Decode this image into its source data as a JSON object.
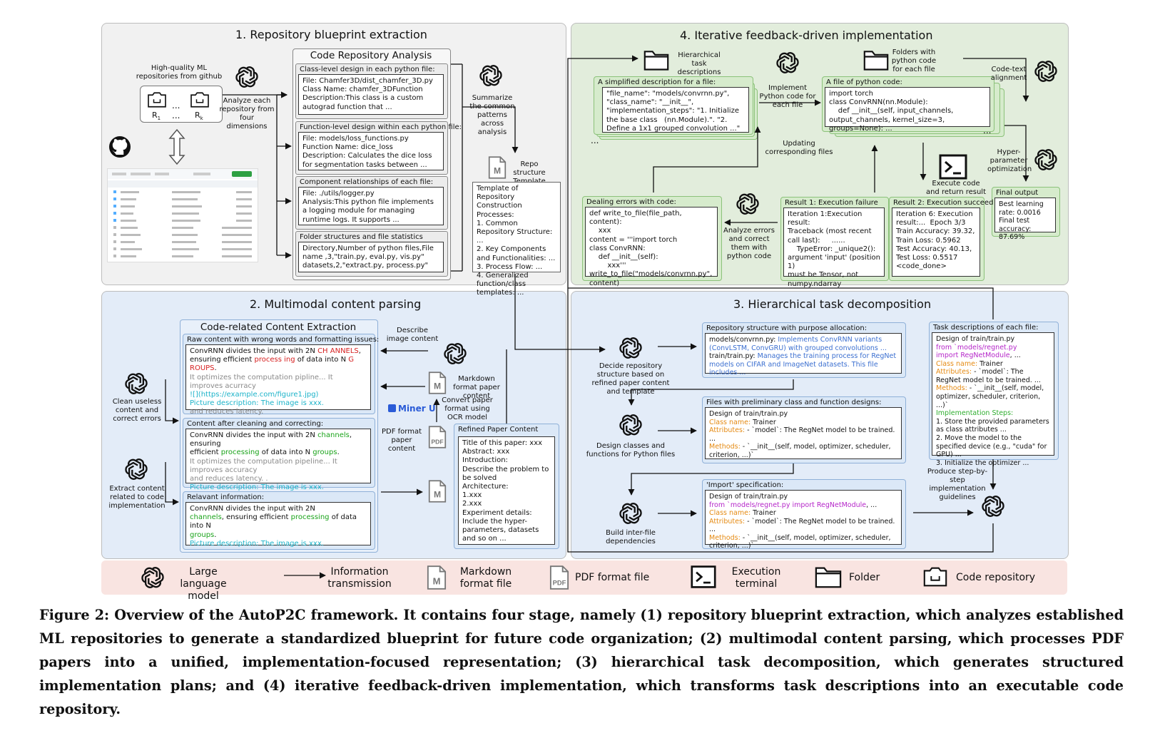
{
  "panel1": {
    "title": "1. Repository blueprint extraction",
    "repos_label": "High-quality ML repositories from github",
    "repo_r1": "R",
    "repo_r1_sub": "1",
    "repo_dots": "...",
    "repo_rk": "R",
    "repo_rk_sub": "k",
    "analyze_label": "Analyze each repository from four dimensions",
    "analysis_title": "Code Repository Analysis",
    "class_level": {
      "header": "Class-level design in each python file:",
      "body": "File: Chamfer3D/dist_chamfer_3D.py\nClass Name: chamfer_3DFunction\nDescription:This class is a custom autograd function that ..."
    },
    "function_level": {
      "header": "Function-level design within each python file:",
      "body": "File: models/loss_functions.py\nFunction Name: dice_loss\nDescription: Calculates the dice loss for segmentation tasks between ..."
    },
    "component": {
      "header": "Component relationships of each file:",
      "body": "File: ./utils/logger.py\nAnalysis:This python file implements a logging module for managing runtime logs. It supports ..."
    },
    "folder": {
      "header": "Folder structures and file statistics",
      "body": "Directory,Number of python files,File name ,3,\"train.py, eval.py, vis.py\"\ndatasets,2,\"extract.py, process.py\""
    },
    "summarize_label": "Summarize the common patterns across analysis",
    "template_label": "Repo structure Template",
    "template_text": "Template of Repository Construction Processes:\n1. Common Repository Structure: ...\n2. Key Components and Functionalities: ...\n3. Process Flow: ...\n4. Generalized function/class templates: ..."
  },
  "panel2": {
    "title": "2. Multimodal content parsing",
    "extract_title": "Code-related Content Extraction",
    "raw": {
      "header": "Raw content with wrong words and formatting issues:"
    },
    "clean_label": "Clean useless content and correct errors",
    "after": {
      "header": "Content after cleaning and correcting:"
    },
    "extract_label": "Extract content related to code implementation",
    "relevant": {
      "header": "Relavant information:"
    },
    "describe_label": "Describe image content",
    "md_label": "Markdown format paper content",
    "mineru": "Miner U",
    "convert_label": "Convert paper format using OCR model",
    "pdf_label": "PDF format paper content",
    "refined_header": "Refined Paper Content",
    "refined_text": "Title of this paper: xxx\nAbstract: xxx\nIntroduction:\nDescribe the problem to be solved\nArchitecture:\n1.xxx\n2.xxx\nExperiment details:\nInclude the hyper-parameters, datasets and so on ..."
  },
  "panel3": {
    "title": "3. Hierarchical task decomposition",
    "decide_label": "Decide repository structure based on refined paper content and template",
    "design_label": "Design classes and functions for Python files",
    "build_label": "Build inter-file dependencies",
    "repo_struct_header": "Repository structure with purpose allocation:",
    "files_header": "Files with preliminary class and function designs:",
    "import_header": "'Import' specification:",
    "task_header": "Task descriptions of each file:",
    "produce_label": "Produce step-by-step implementation guidelines"
  },
  "panel4": {
    "title": "4. Iterative feedback-driven implementation",
    "hier_label": "Hierarchical task descriptions",
    "folders_label": "Folders with python code for each file",
    "simplified_header": "A simplified description for a file:",
    "simplified_text": "\"file_name\": \"models/convrnn.py\",\n\"class_name\": \"__init__\",\n\"implementation_steps\": \"1. Initialize the base class   (nn.Module).\". \"2. Define a 1x1 grouped convolution ...\"",
    "implement_label": "Implement Python code for each file",
    "pyfile_header": "A file of python code:",
    "pyfile_text": "import torch\nclass ConvRNN(nn.Module):\n    def __init__(self, input_channels,\noutput_channels, kernel_size=3, groups=None): ...",
    "alignment_label": "Code-text alignment",
    "updating_label": "Updating corresponding files",
    "hyper_label": "Hyper-parameter optimization",
    "execute_label": "Execute code and return result",
    "final_header": "Final output",
    "final_text": "Best learning rate: 0.0016\nFinal test accuracy: 87.69%",
    "errors_header": "Dealing errors with code:",
    "errors_text": "def write_to_file(file_path, content):\n    xxx\ncontent = '''import torch\nclass ConvRNN:\n    def __init__(self):\n        xxx'''\nwrite_to_file(\"models/convrnn.py\",\ncontent)",
    "analyze_errors_label": "Analyze errors and correct them with python code",
    "result1_header": "Result 1: Execution failure",
    "result1_text": "Iteration 1:Execution result:\nTraceback (most recent call last):     ......\n    TypeError: _unique2():\nargument 'input' (position 1)\nmust be Tensor, not\nnumpy.ndarray",
    "result2_header": "Result 2: Execution succeed",
    "result2_text": "Iteration 6: Execution\nresult:...  Epoch 3/3\nTrain Accuracy: 39.32,\nTrain Loss: 0.5962\nTest Accuracy: 40.13,\nTest Loss: 0.5517\n<code_done>"
  },
  "legend": {
    "llm": "Large language model",
    "info": "Information transmission",
    "md": "Markdown format file",
    "pdf": "PDF format file",
    "terminal": "Execution terminal",
    "folder": "Folder",
    "repo": "Code repository"
  },
  "caption": "Figure 2: Overview of the AutoP2C framework. It contains four stage, namely (1) repository blueprint extraction, which analyzes established ML repositories to generate a standardized blueprint for future code organization; (2) multimodal content parsing, which processes PDF papers into a unified, implementation-focused representation; (3) hierarchical task decomposition, which generates structured implementation plans; and (4) iterative feedback-driven implementation, which transforms task descriptions into an executable code repository.",
  "icons": [
    "openai-icon",
    "arrow-icon",
    "markdown-file-icon",
    "pdf-file-icon",
    "terminal-icon",
    "folder-icon",
    "code-repo-icon",
    "github-icon",
    "python-folder-icon"
  ],
  "colors": {
    "panel1": "#f1f1f1",
    "panel2": "#e3ecf8",
    "panel3": "#e3ecf8",
    "panel4": "#e2eddc",
    "legend": "#f9e4e1",
    "red": "#d62020",
    "green": "#1aa31a",
    "cyan": "#1cb3c9",
    "blue": "#3b6fd0",
    "magenta": "#b526c9",
    "orange": "#e58a12"
  }
}
